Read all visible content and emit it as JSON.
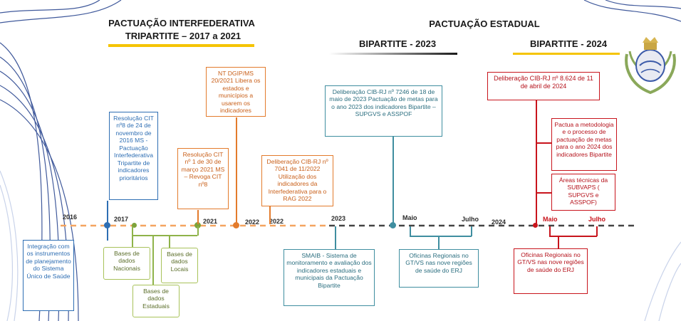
{
  "headers": {
    "tripartite_line1": "PACTUAÇÃO INTERFEDERATIVA",
    "tripartite_line2": "TRIPARTITE – 2017 a 2021",
    "estadual": "PACTUAÇÃO ESTADUAL",
    "bipartite_2023": "BIPARTITE - 2023",
    "bipartite_2024": "BIPARTITE - 2024"
  },
  "timeline_labels": {
    "y2016": "2016",
    "y2017": "2017",
    "y2021": "2021",
    "y2022a": "2022",
    "y2022b": "2022",
    "y2023": "2023",
    "maio_2023": "Maio",
    "julho_2023": "Julho",
    "y2024": "2024",
    "maio_2024": "Maio",
    "julho_2024": "Julho"
  },
  "boxes": {
    "integracao": "Integração com os instrumentos de planejamento do Sistema Único de Saúde",
    "resolucao_8": "Resolução CIT nº8 de 24 de novembro de 2016 MS - Pactuação Interfederativa Tripartite de indicadores prioritários",
    "resolucao_1": "Resolução CIT nº 1 de 30 de março 2021 MS – Revoga CIT nº8",
    "nt_dgip": "NT DGIP/MS 20/2021 Libera os estados e municípios a usarem os indicadores Tripartite",
    "deliberacao_7041": "Deliberação CIB-RJ nº 7041 de 11/2022 Utilização dos indicadores da Interfederativa para o RAG 2022",
    "deliberacao_7246": "Deliberação CIB-RJ nº 7246 de 18 de maio de 2023 Pactuação de metas para o ano 2023 dos indicadores Bipartite – SUPGVS e ASSPOF",
    "deliberacao_8624": "Deliberação CIB-RJ nº 8.624 de 11 de abril de 2024",
    "pactua_metodologia": "Pactua a metodologia e o processo de pactuação de metas para o ano 2024 dos indicadores Bipartite",
    "areas_tecnicas": "Áreas técnicas da SUBVAPS ( SUPGVS e ASSPOF)",
    "smaib": "SMAIB - Sistema de monitoramento e avaliação dos indicadores estaduais e municipais da Pactuação Bipartite",
    "oficinas_2023": "Oficinas Regionais no GT/VS nas nove regiões de saúde do ERJ",
    "oficinas_2024": "Oficinas Regionais no GT/VS nas nove regiões de saúde do ERJ",
    "bases_nacionais": "Bases de dados Nacionais",
    "bases_locais": "Bases de dados Locais",
    "bases_estaduais": "Bases de dados Estaduais"
  },
  "colors": {
    "tripartite_line": "#f4a460",
    "estadual_line": "#444444",
    "blue": "#2e6eb3",
    "orange": "#e37b2c",
    "teal": "#3f8ea0",
    "red": "#c8141c",
    "green": "#8fb34a",
    "header_underline": "#f5c400"
  },
  "icons": {
    "emblem": "rio-de-janeiro-state-emblem"
  }
}
